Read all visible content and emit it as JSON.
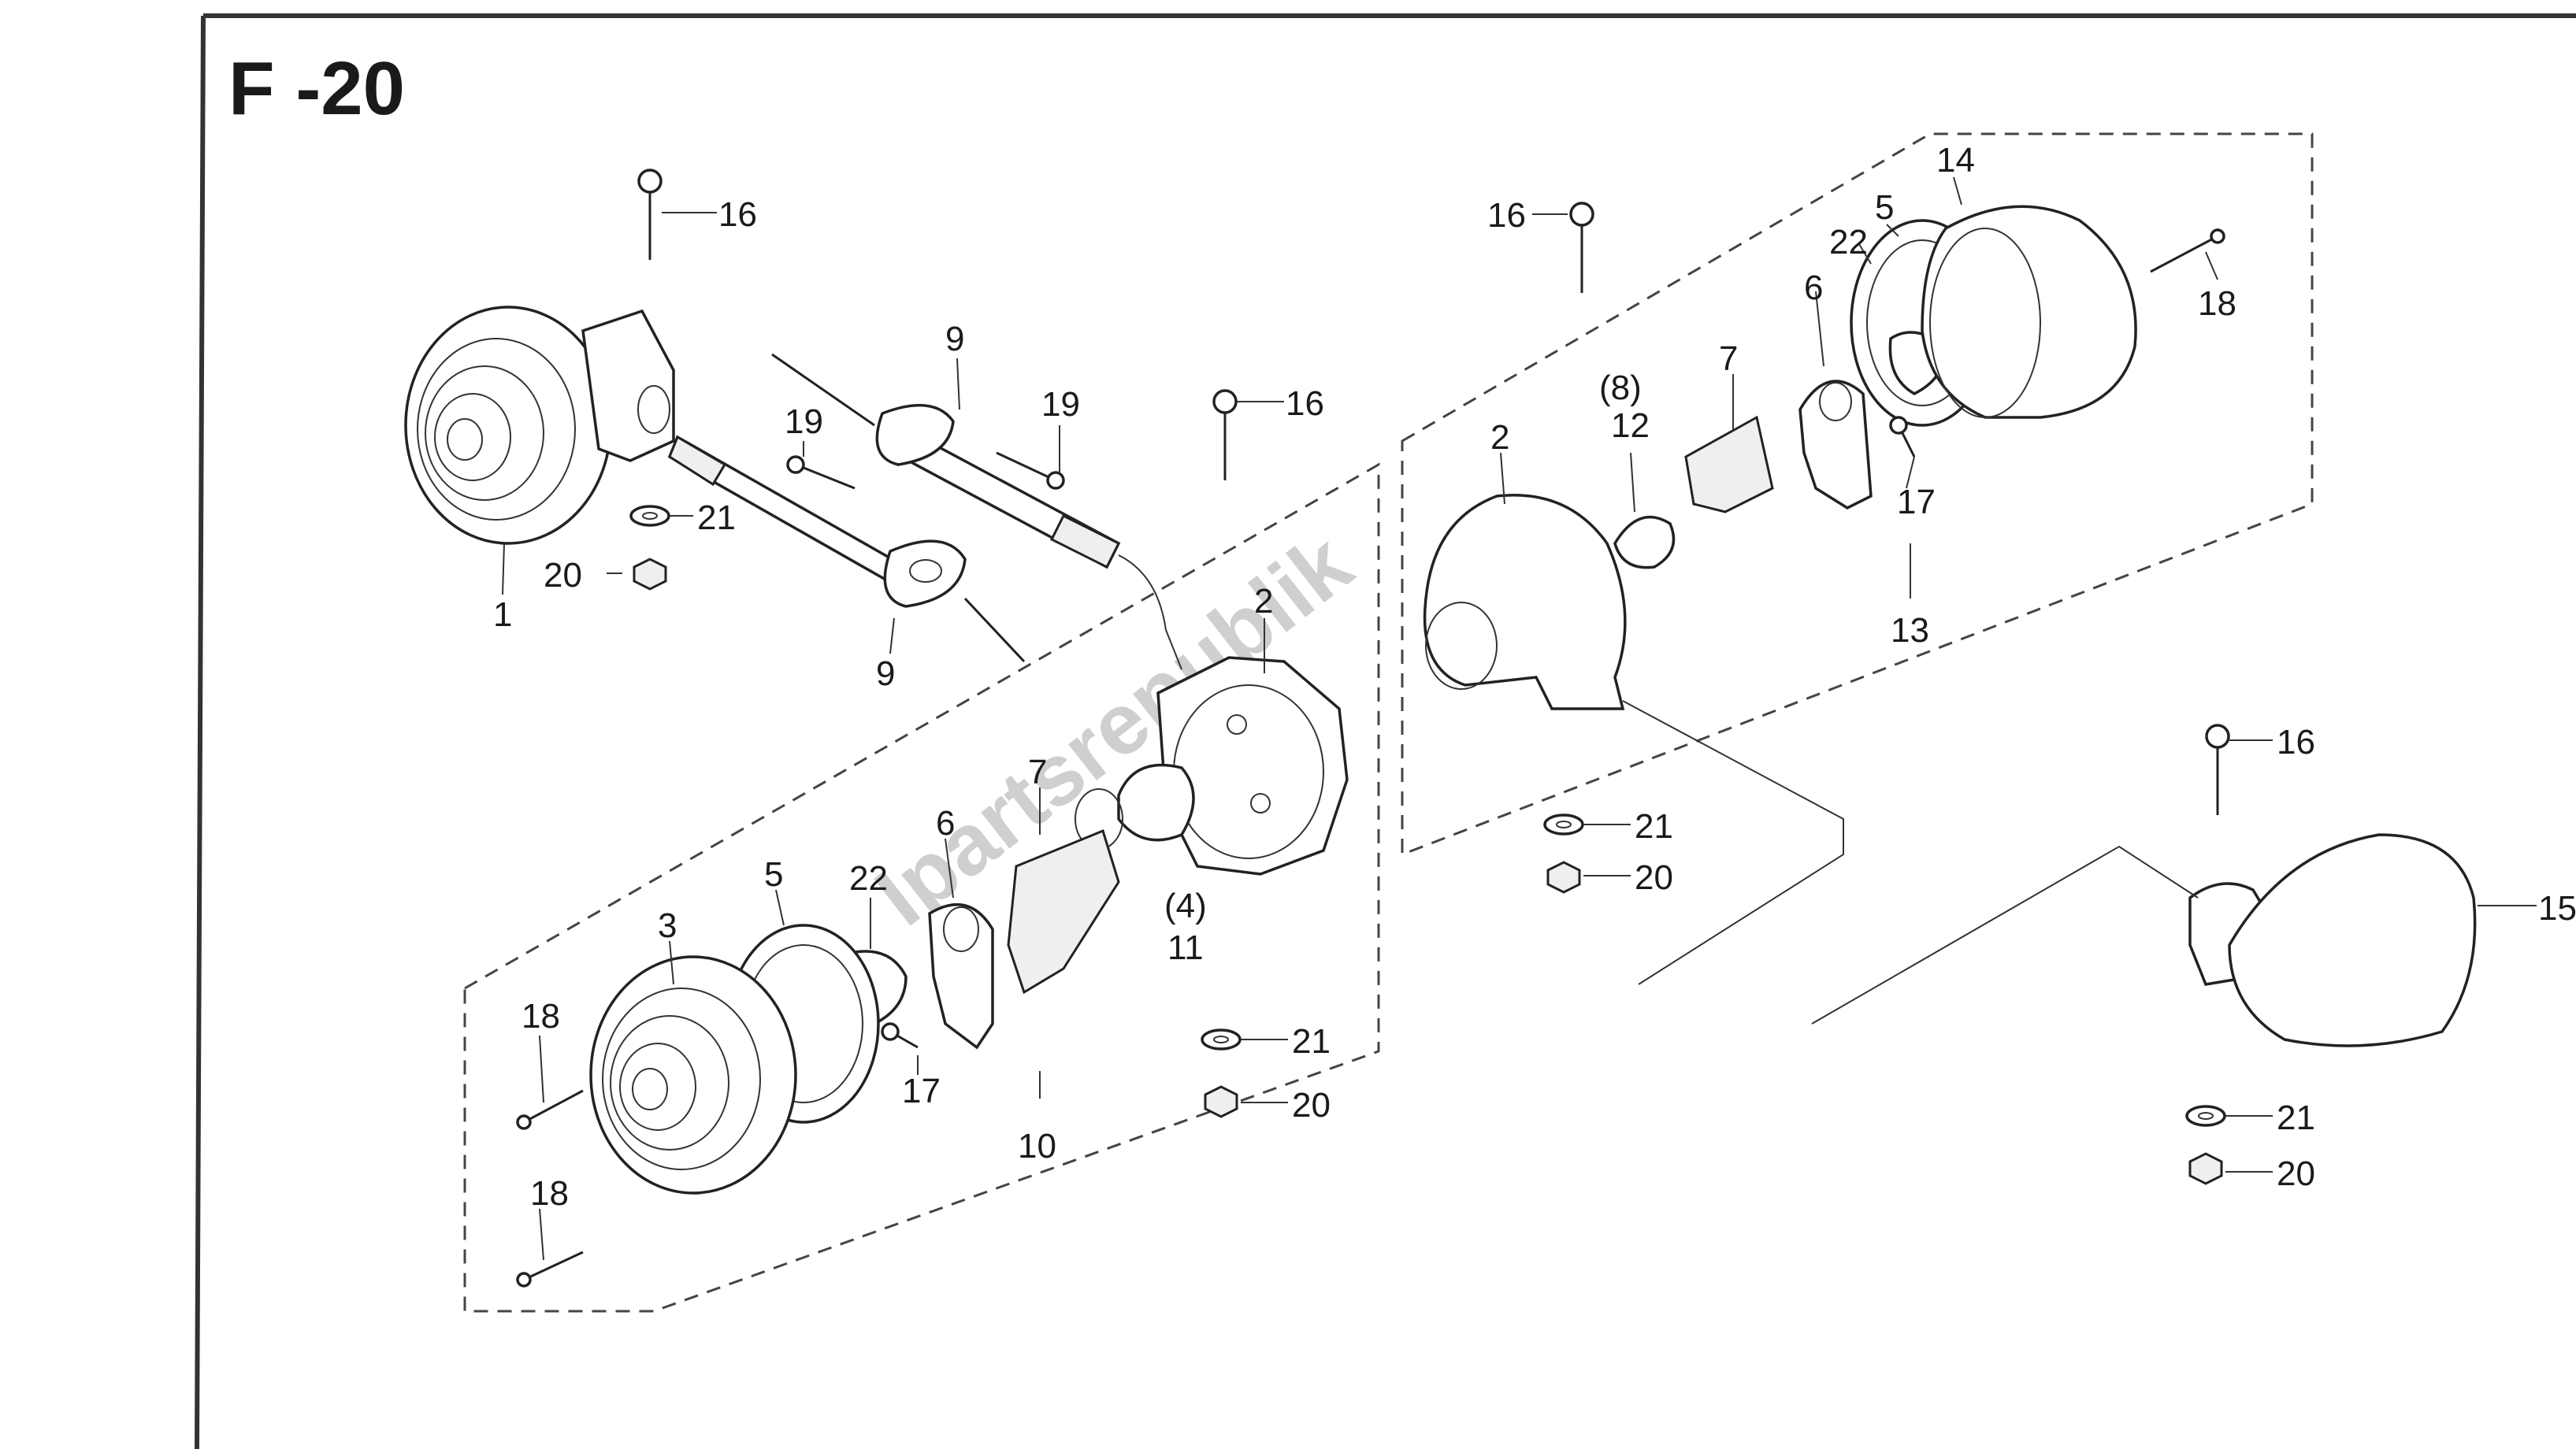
{
  "title": "F -20",
  "watermark": "Ipartsrepublik",
  "labels": {
    "p1": "1",
    "p2a": "2",
    "p2b": "2",
    "p3": "3",
    "p4": "(4)",
    "p5a": "5",
    "p5b": "5",
    "p6a": "6",
    "p6b": "6",
    "p7a": "7",
    "p7b": "7",
    "p8": "(8)",
    "p9a": "9",
    "p9b": "9",
    "p10": "10",
    "p11": "11",
    "p12": "12",
    "p13": "13",
    "p14": "14",
    "p15": "15",
    "p16a": "16",
    "p16b": "16",
    "p16c": "16",
    "p16d": "16",
    "p17a": "17",
    "p17b": "17",
    "p18a": "18",
    "p18b": "18",
    "p18c": "18",
    "p19a": "19",
    "p19b": "19",
    "p20a": "20",
    "p20b": "20",
    "p20c": "20",
    "p20d": "20",
    "p21a": "21",
    "p21b": "21",
    "p21c": "21",
    "p21d": "21",
    "p22a": "22",
    "p22b": "22"
  }
}
